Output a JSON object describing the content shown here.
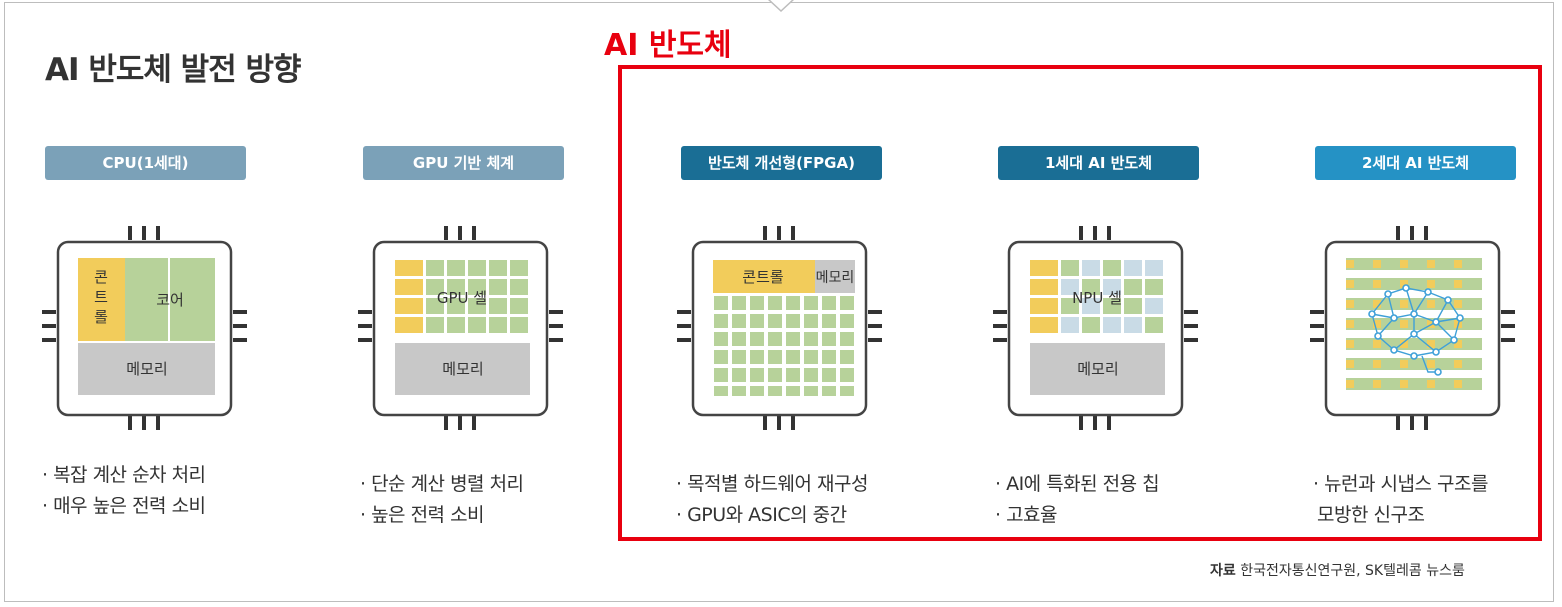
{
  "title": "AI 반도체 발전 방향",
  "highlight_label": "AI 반도체",
  "colors": {
    "highlight": "#e8000f",
    "label_gray": "#7ba1b8",
    "label_dark": "#1a6e95",
    "label_bright": "#2592c5",
    "control": "#f2cc5b",
    "core": "#b7d29a",
    "memory": "#c8c8c8",
    "npu_cell": "#c9dbe6",
    "neural": "#3fa0d8"
  },
  "stages": [
    {
      "label": "CPU(1세대)",
      "chip": {
        "control": "콘트롤",
        "core": "코어",
        "memory": "메모리"
      },
      "bullets": [
        "· 복잡 계산 순차 처리",
        "· 매우 높은 전력 소비"
      ]
    },
    {
      "label": "GPU 기반 체계",
      "chip": {
        "cell": "GPU 셀",
        "memory": "메모리"
      },
      "bullets": [
        "· 단순 계산 병렬 처리",
        "· 높은 전력 소비"
      ]
    },
    {
      "label": "반도체 개선형(FPGA)",
      "chip": {
        "control": "콘트롤",
        "memory": "메모리"
      },
      "bullets": [
        "· 목적별 하드웨어 재구성",
        "· GPU와 ASIC의 중간"
      ]
    },
    {
      "label": "1세대 AI 반도체",
      "chip": {
        "cell": "NPU 셀",
        "memory": "메모리"
      },
      "bullets": [
        "· AI에 특화된 전용 칩",
        "· 고효율"
      ]
    },
    {
      "label": "2세대 AI 반도체",
      "chip": {},
      "bullets": [
        "· 뉴런과 시냅스 구조를",
        "모방한 신구조"
      ]
    }
  ],
  "source": {
    "prefix": "자료",
    "text": "한국전자통신연구원, SK텔레콤 뉴스룸"
  }
}
